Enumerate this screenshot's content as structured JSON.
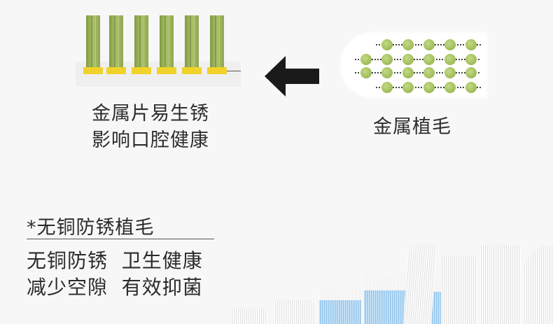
{
  "diagram": {
    "left_caption_line1": "金属片易生锈",
    "left_caption_line2": "影响口腔健康",
    "right_caption": "金属植毛",
    "tuft_color": "#9db45c",
    "clip_color": "#f0d22a",
    "dot_color": "#a3c05d",
    "arrow_icon": "left-arrow-icon"
  },
  "feature": {
    "annotation": "*无铜防锈植毛",
    "slogan_line1": "无铜防锈  卫生健康",
    "slogan_line2": "减少空隙  有效抑菌"
  },
  "photo": {
    "bristle_white": "#f2f2f2",
    "bristle_blue": "#8fc2ea"
  }
}
